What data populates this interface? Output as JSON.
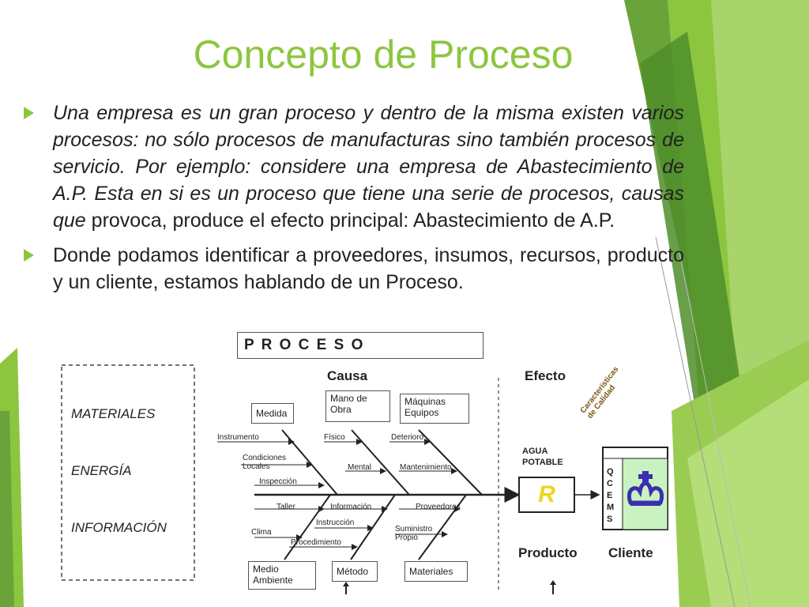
{
  "slide": {
    "title": "Concepto de Proceso",
    "bullet1_italic": "Una empresa es un gran proceso y dentro de la misma existen varios procesos: no sólo procesos de manufacturas sino también procesos de servicio. Por ejemplo: considere una empresa de Abastecimiento de A.P. Esta en si es un proceso que tiene una serie de procesos, causas que",
    "bullet1_regular": " provoca,  produce el efecto principal: Abastecimiento de A.P.",
    "bullet2": "Donde podamos identificar a proveedores, insumos, recursos, producto y un cliente, estamos hablando de un Proceso."
  },
  "diagram": {
    "title": "P R O C E S O",
    "inputs": [
      "MATERIALES",
      "ENERGÍA",
      "INFORMACIÓN"
    ],
    "causa_label": "Causa",
    "efecto_label": "Efecto",
    "top_boxes": [
      "Medida",
      "Mano de Obra",
      "Máquinas Equipos"
    ],
    "bottom_boxes": [
      "Medio Ambiente",
      "Método",
      "Materiales"
    ],
    "sub_causes": {
      "medida": [
        "Instrumento",
        "Condiciones Locales",
        "Inspección"
      ],
      "mano_obra": [
        "Físico",
        "Mental",
        "Información"
      ],
      "maquinas": [
        "Deterioro",
        "Mantenimiento",
        "Proveedores"
      ],
      "medio": [
        "Taller",
        "Clima"
      ],
      "metodo": [
        "Instrucción",
        "Procedimiento"
      ],
      "materiales": [
        "Suministro Propio"
      ]
    },
    "product_text": "AGUA POTABLE",
    "product_symbol": "R",
    "product_label": "Producto",
    "client_label": "Cliente",
    "characteristics_label": "Características de Calidad",
    "qcems": [
      "Q",
      "C",
      "E",
      "M",
      "S"
    ],
    "crown_icon": "crown-icon"
  },
  "colors": {
    "accent_green": "#8cc63f",
    "dark_green": "#5a9a2e",
    "light_green": "#b5d96a",
    "crown_blue": "#3a2fb0",
    "client_bg": "#c9f2c0"
  }
}
